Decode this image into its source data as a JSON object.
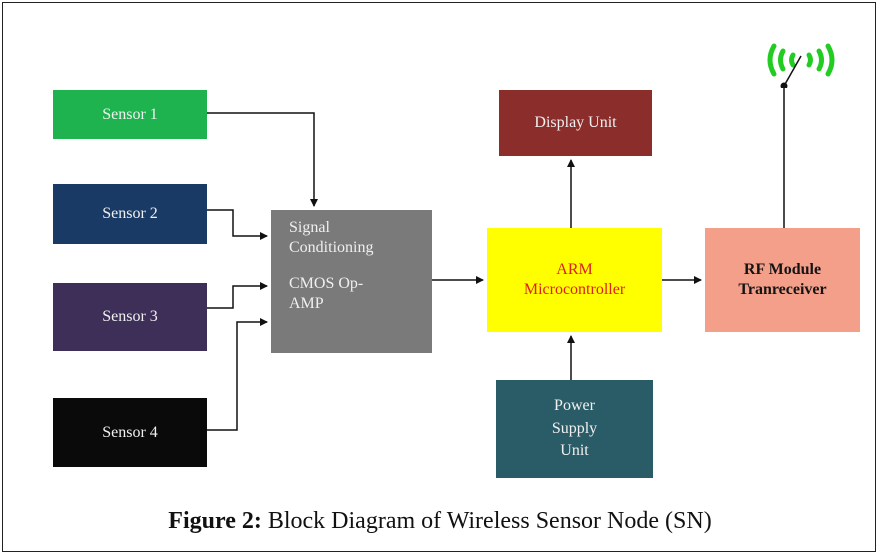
{
  "diagram": {
    "sensors": [
      "Sensor 1",
      "Sensor 2",
      "Sensor 3",
      "Sensor 4"
    ],
    "signal_conditioning": {
      "line1": "Signal",
      "line2": "Conditioning",
      "line3": "CMOS Op-",
      "line4": "AMP"
    },
    "display_unit": "Display Unit",
    "arm": {
      "line1": "ARM",
      "line2": "Microcontroller"
    },
    "rf_module": {
      "line1": "RF Module",
      "line2": "Tranreceiver"
    },
    "power_supply": {
      "line1": "Power",
      "line2": "Supply",
      "line3": "Unit"
    },
    "colors": {
      "sensor_1": "#1fb34f",
      "sensor_2": "#1a3a66",
      "sensor_3": "#3d2f58",
      "sensor_4": "#0a0a0a",
      "signal_conditioning": "#7a7a7a",
      "display_unit": "#8b2e2b",
      "arm": "#ffff00",
      "arm_text": "#e0201b",
      "rf_module": "#f39f8a",
      "power_supply": "#2a5c68",
      "antenna_waves": "#22cc22"
    },
    "antenna_icon": "wireless-antenna-icon"
  },
  "caption": {
    "label": "Figure 2:",
    "text": " Block Diagram of Wireless Sensor Node (SN)"
  }
}
